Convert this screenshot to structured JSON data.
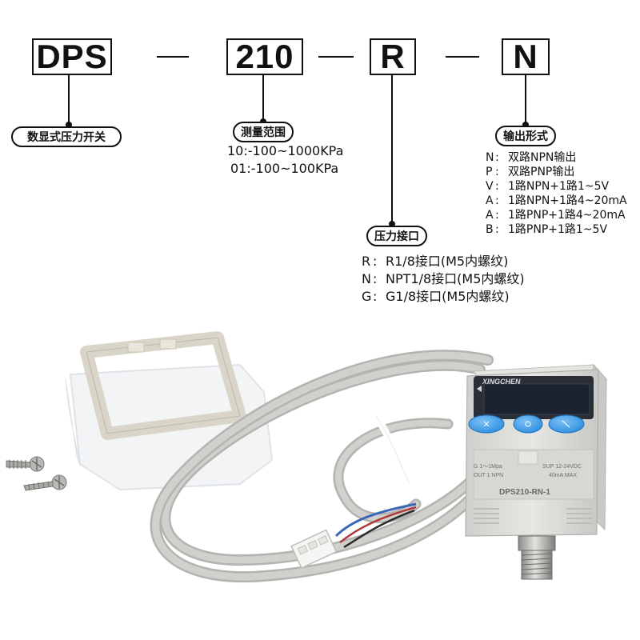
{
  "code": {
    "segments": [
      "DPS",
      "210",
      "R",
      "N"
    ]
  },
  "labels": {
    "series": "数显式压力开关",
    "range": "测量范围",
    "port": "压力接口",
    "output": "输出形式"
  },
  "range_options": [
    "10:-100~1000KPa",
    "01:-100~100KPa"
  ],
  "output_options": [
    {
      "code": "N",
      "sep": ":",
      "desc": "双路NPN输出"
    },
    {
      "code": "P",
      "sep": ":",
      "desc": "双路PNP输出"
    },
    {
      "code": "V",
      "sep": ":",
      "desc": "1路NPN+1路1~5V"
    },
    {
      "code": "A",
      "sep": ":",
      "desc": "1路NPN+1路4~20mA"
    },
    {
      "code": "A",
      "sep": ":",
      "desc": "1路PNP+1路4~20mA"
    },
    {
      "code": "B",
      "sep": ":",
      "desc": "1路PNP+1路1~5V"
    }
  ],
  "port_options": [
    {
      "code": "R",
      "sep": ":",
      "desc": "R1/8接口(M5内螺纹)"
    },
    {
      "code": "N",
      "sep": ":",
      "desc": "NPT1/8接口(M5内螺纹)"
    },
    {
      "code": "G",
      "sep": ":",
      "desc": "G1/8接口(M5内螺纹)"
    }
  ],
  "product": {
    "brand": "XINGCHEN",
    "model_label": "DPS210-RN-1",
    "left_label_1": "G 1～1Mpa",
    "left_label_2": "OUT 1 NPN",
    "right_label_1": "SUP 12-24VDC",
    "right_label_2": "40mA MAX"
  },
  "colors": {
    "ink": "#111111",
    "button_blue": "#2f8fe0",
    "body_grey": "#dcdcda",
    "cable_grey": "#c9c7c4",
    "lcd": "#1c2230"
  }
}
